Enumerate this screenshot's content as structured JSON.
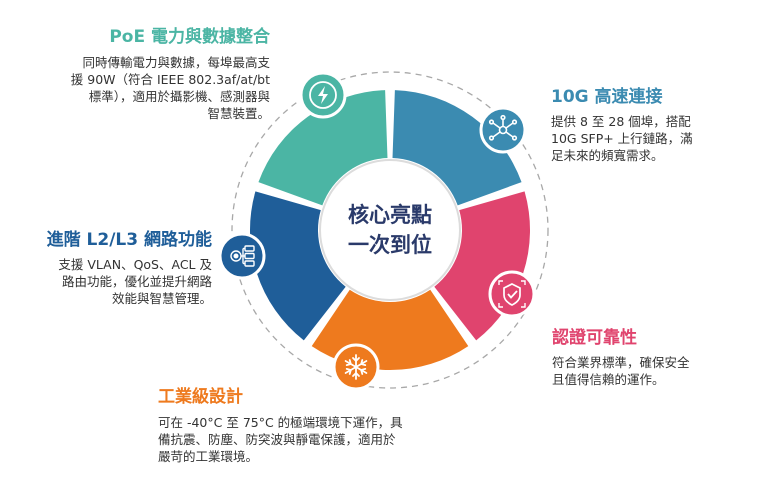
{
  "center": {
    "line1": "核心亮點",
    "line2": "一次到位"
  },
  "colors": {
    "poe": "#4bb5a4",
    "tengig": "#3b8bb1",
    "reliable": "#e0446e",
    "industrial": "#ee7a1e",
    "l2l3": "#1f5e99",
    "center_text": "#2a3a6a",
    "dashed": "#a8a8a8"
  },
  "features": [
    {
      "id": "poe",
      "icon": "lightning-bolt-icon",
      "title": "PoE 電力與數據整合",
      "desc": "同時傳輸電力與數據，每埠最高支\n援 90W（符合 IEEE 802.3af/at/bt\n標準），適用於攝影機、感測器與\n智慧裝置。"
    },
    {
      "id": "tengig",
      "icon": "network-hub-icon",
      "title": "10G 高速連接",
      "desc": "提供 8 至 28 個埠，搭配\n10G SFP+ 上行鏈路，滿\n足未來的頻寬需求。"
    },
    {
      "id": "reliable",
      "icon": "shield-check-icon",
      "title": "認證可靠性",
      "desc": "符合業界標準，確保安全\n且值得信賴的運作。"
    },
    {
      "id": "industrial",
      "icon": "snowflake-icon",
      "title": "工業級設計",
      "desc": "可在 -40°C 至 75°C 的極端環境下運作，具\n備抗震、防塵、防突波與靜電保護，適用於\n嚴苛的工業環境。"
    },
    {
      "id": "l2l3",
      "icon": "network-management-icon",
      "title": "進階 L2/L3 網路功能",
      "desc": "支援 VLAN、QoS、ACL 及\n路由功能，優化並提升網路\n效能與智慧管理。"
    }
  ]
}
